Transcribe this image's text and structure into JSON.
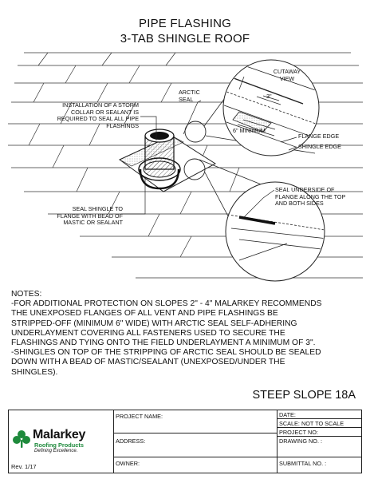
{
  "title": {
    "line1": "PIPE FLASHING",
    "line2": "3-TAB SHINGLE ROOF"
  },
  "callouts": {
    "cutaway": "CUTAWAY VIEW",
    "arctic_seal": "ARCTIC SEAL",
    "storm_collar": "INSTALLATION OF A STORM COLLAR OR SEALANT IS REQUIRED TO SEAL ALL PIPE FLASHINGS",
    "dim_3": "3\"",
    "six_min": "6\" MINIMUM",
    "flange_edge": "FLANGE EDGE",
    "shingle_edge": "SHINGLE EDGE",
    "seal_underside": "SEAL UNDERSIDE OF FLANGE ALONG THE TOP AND BOTH SIDES",
    "seal_shingle": "SEAL SHINGLE TO FLANGE WITH BEAD OF MASTIC OR SEALANT"
  },
  "notes": {
    "heading": "NOTES:",
    "lines": [
      "-FOR ADDITIONAL PROTECTION ON SLOPES 2\" - 4\" MALARKEY RECOMMENDS",
      "THE UNEXPOSED FLANGES OF ALL VENT AND PIPE FLASHINGS BE",
      "STRIPPED-OFF (MINIMUM 6\" WIDE) WITH ARCTIC SEAL SELF-ADHERING",
      "UNDERLAYMENT COVERING ALL FASTENERS USED TO SECURE THE",
      "FLASHINGS AND TYING ONTO THE FIELD UNDERLAYMENT A MINIMUM OF 3\".",
      "-SHINGLES ON TOP OF THE STRIPPING OF ARCTIC SEAL SHOULD BE SEALED",
      "DOWN WITH A BEAD OF MASTIC/SEALANT (UNEXPOSED/UNDER THE",
      "SHINGLES)."
    ]
  },
  "sheet_label": "STEEP SLOPE 18A",
  "title_block": {
    "project_name": "PROJECT NAME:",
    "address": "ADDRESS:",
    "owner": "OWNER:",
    "date": "DATE:",
    "scale": "SCALE:  NOT TO SCALE",
    "project_no": "PROJECT NO:",
    "drawing_no": "DRAWING NO. :",
    "submittal_no": "SUBMITTAL NO. :",
    "revision": "Rev. 1/17",
    "logo_name": "Malarkey",
    "logo_sub": "Roofing Products",
    "logo_tag": "Defining Excellence.",
    "brand_green": "#1e8a3c"
  }
}
